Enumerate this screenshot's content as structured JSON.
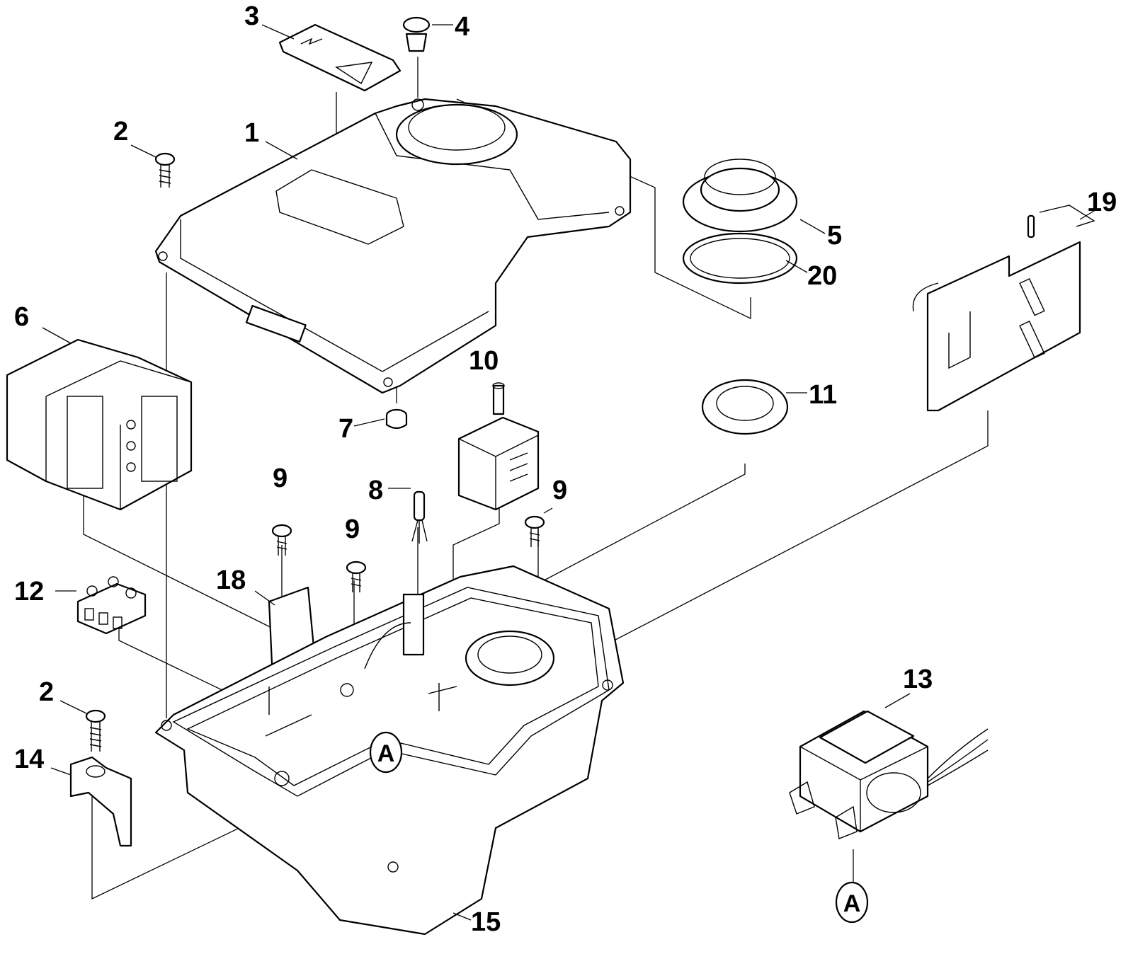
{
  "diagram": {
    "type": "exploded-parts-view",
    "callouts": [
      {
        "id": "c1",
        "number": "1",
        "part": "cover"
      },
      {
        "id": "c2a",
        "number": "2",
        "part": "screw (cover)"
      },
      {
        "id": "c2b",
        "number": "2",
        "part": "screw (cable clamp)"
      },
      {
        "id": "c3",
        "number": "3",
        "part": "warning label"
      },
      {
        "id": "c4",
        "number": "4",
        "part": "plug"
      },
      {
        "id": "c5",
        "number": "5",
        "part": "rotary knob"
      },
      {
        "id": "c6",
        "number": "6",
        "part": "contactor"
      },
      {
        "id": "c7",
        "number": "7",
        "part": "grommet"
      },
      {
        "id": "c8",
        "number": "8",
        "part": "indicator lamp"
      },
      {
        "id": "c9a",
        "number": "9",
        "part": "screw"
      },
      {
        "id": "c9b",
        "number": "9",
        "part": "screw"
      },
      {
        "id": "c9c",
        "number": "9",
        "part": "screw"
      },
      {
        "id": "c10",
        "number": "10",
        "part": "selector switch"
      },
      {
        "id": "c11",
        "number": "11",
        "part": "seal"
      },
      {
        "id": "c12",
        "number": "12",
        "part": "terminal block"
      },
      {
        "id": "c13",
        "number": "13",
        "part": "transformer"
      },
      {
        "id": "c14",
        "number": "14",
        "part": "cable clamp"
      },
      {
        "id": "c15",
        "number": "15",
        "part": "housing"
      },
      {
        "id": "c18",
        "number": "18",
        "part": "insulating plate"
      },
      {
        "id": "c19",
        "number": "19",
        "part": "circuit board"
      },
      {
        "id": "c20",
        "number": "20",
        "part": "O-ring"
      }
    ],
    "reference_marks": [
      {
        "id": "refA1",
        "letter": "A"
      },
      {
        "id": "refA2",
        "letter": "A"
      }
    ]
  }
}
